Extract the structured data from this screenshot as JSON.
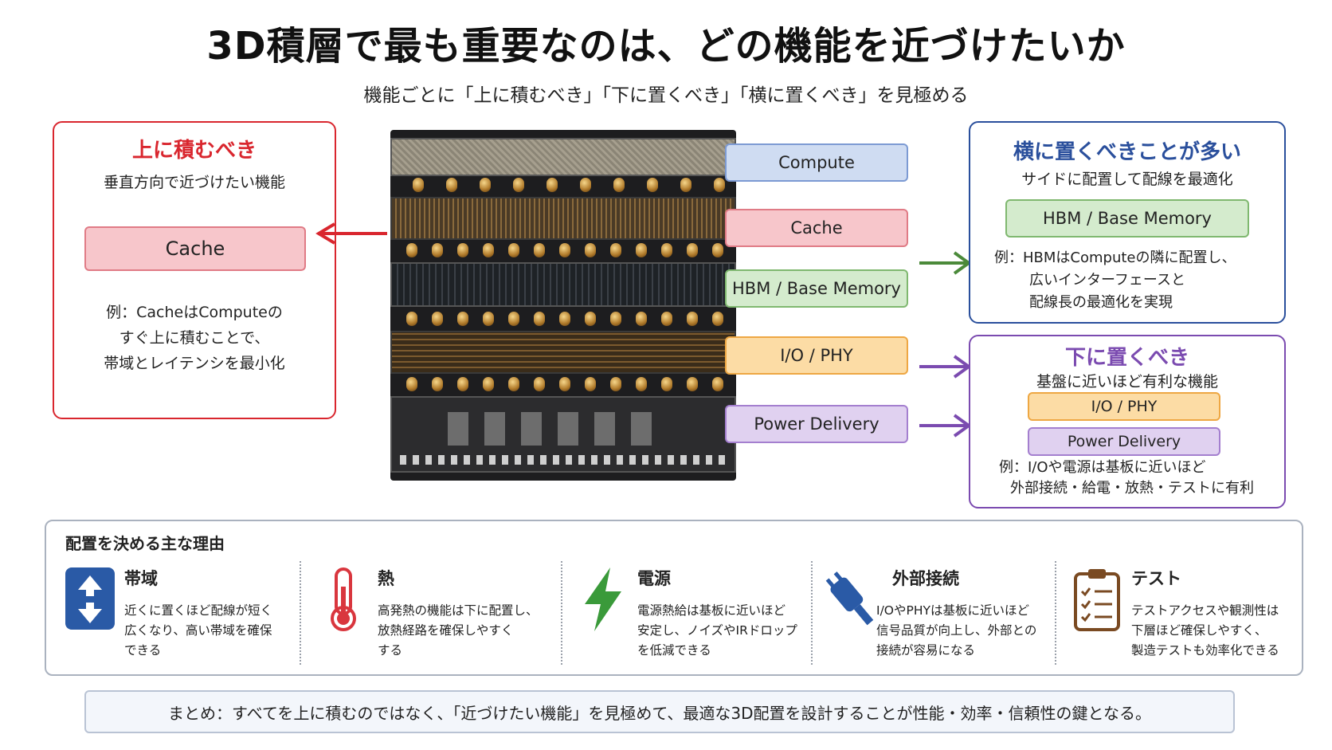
{
  "title": "3D積層で最も重要なのは、どの機能を近づけたいか",
  "subtitle": "機能ごとに「上に積むべき」「下に置くべき」「横に置くべき」を見極める",
  "left_panel": {
    "title": "上に積むべき",
    "desc": "垂直方向で近づけたい機能",
    "tag": "Cache",
    "note": [
      "例：CacheはComputeの",
      "すぐ上に積むことで、",
      "帯域とレイテンシを最小化"
    ],
    "color": "#d9262e"
  },
  "layers": {
    "compute": "Compute",
    "cache": "Cache",
    "hbm": "HBM / Base Memory",
    "io": "I/O / PHY",
    "power": "Power Delivery"
  },
  "right_top": {
    "title": "横に置くべきことが多い",
    "desc": "サイドに配置して配線を最適化",
    "tag": "HBM / Base Memory",
    "note": [
      "例：HBMはComputeの隣に配置し、",
      "広いインターフェースと",
      "配線長の最適化を実現"
    ],
    "color": "#2a4f9c"
  },
  "right_bottom": {
    "title": "下に置くべき",
    "desc": "基盤に近いほど有利な機能",
    "tag1": "I/O / PHY",
    "tag2": "Power Delivery",
    "note": [
      "例：I/Oや電源は基板に近いほど",
      "外部接続・給電・放熱・テストに有利"
    ],
    "color": "#7b4bb0"
  },
  "reasons": {
    "title": "配置を決める主な理由",
    "items": [
      {
        "name": "帯域",
        "icon": "bandwidth-arrows-icon",
        "lines": [
          "近くに置くほど配線が短く",
          "広くなり、高い帯域を確保",
          "できる"
        ]
      },
      {
        "name": "熱",
        "icon": "thermometer-icon",
        "lines": [
          "高発熱の機能は下に配置し、",
          "放熱経路を確保しやすく",
          "する"
        ]
      },
      {
        "name": "電源",
        "icon": "lightning-icon",
        "lines": [
          "電源熱給は基板に近いほど",
          "安定し、ノイズやIRドロップ",
          "を低減できる"
        ]
      },
      {
        "name": "外部接続",
        "icon": "plug-icon",
        "lines": [
          "I/OやPHYは基板に近いほど",
          "信号品質が向上し、外部との",
          "接続が容易になる"
        ]
      },
      {
        "name": "テスト",
        "icon": "clipboard-checklist-icon",
        "lines": [
          "テストアクセスや観測性は",
          "下層ほど確保しやすく、",
          "製造テストも効率化できる"
        ]
      }
    ]
  },
  "summary": "まとめ：すべてを上に積むのではなく、「近づけたい機能」を見極めて、最適な3D配置を設計することが性能・効率・信頼性の鍵となる。"
}
